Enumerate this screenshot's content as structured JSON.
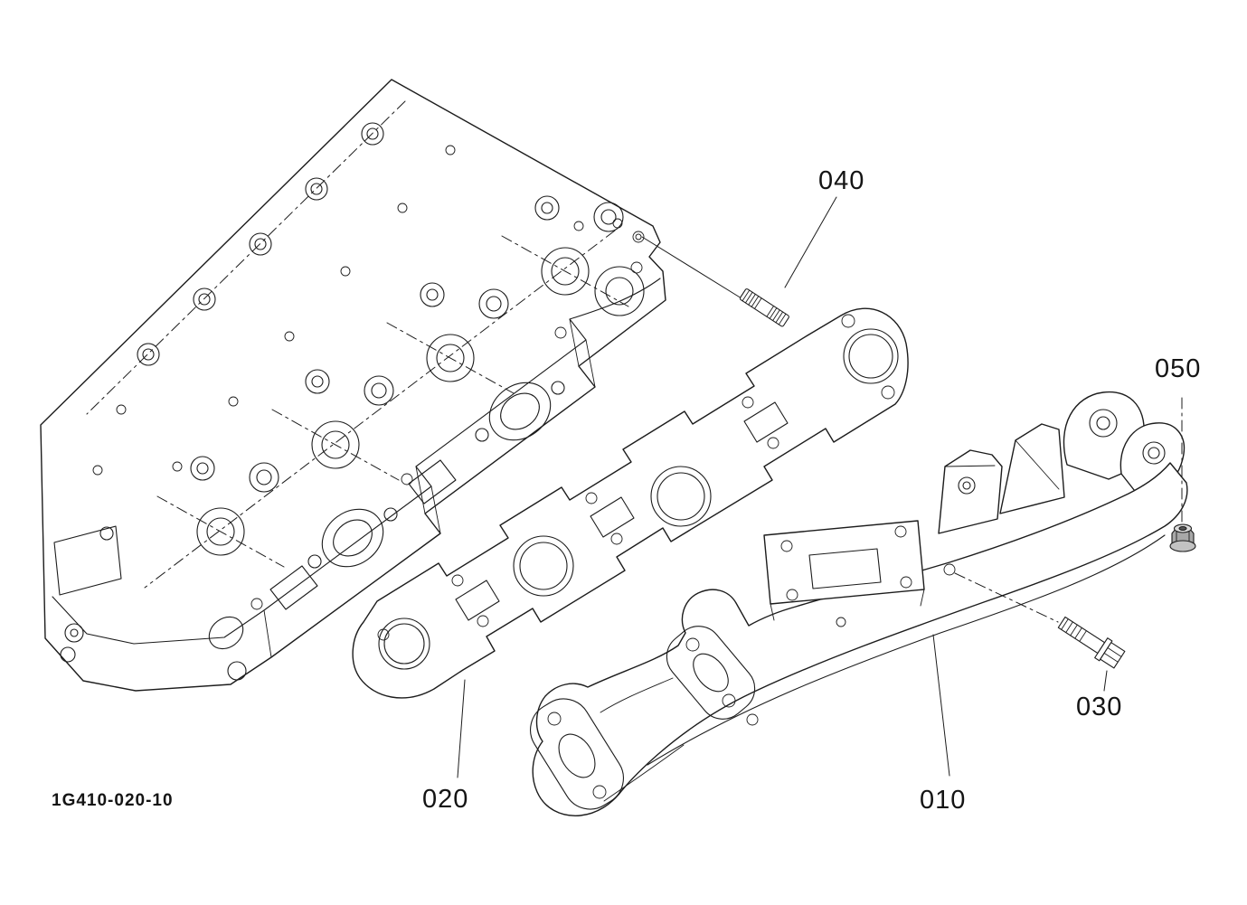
{
  "diagram": {
    "code": "1G410-020-10",
    "background_color": "#ffffff",
    "line_color": "#1c1c1c",
    "callouts": [
      {
        "id": "040",
        "label": "040"
      },
      {
        "id": "050",
        "label": "050"
      },
      {
        "id": "030",
        "label": "030"
      },
      {
        "id": "020",
        "label": "020"
      },
      {
        "id": "010",
        "label": "010"
      }
    ]
  }
}
